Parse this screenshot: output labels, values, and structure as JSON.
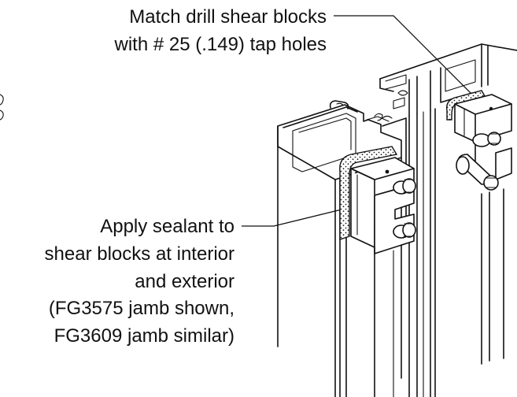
{
  "callouts": {
    "top": {
      "lines": [
        "Match drill shear blocks",
        "with # 25 (.149) tap holes"
      ]
    },
    "left": {
      "lines": [
        "Apply sealant to",
        "shear blocks at interior",
        "and exterior",
        "(FG3575 jamb shown,",
        "FG3609 jamb similar)"
      ]
    }
  }
}
